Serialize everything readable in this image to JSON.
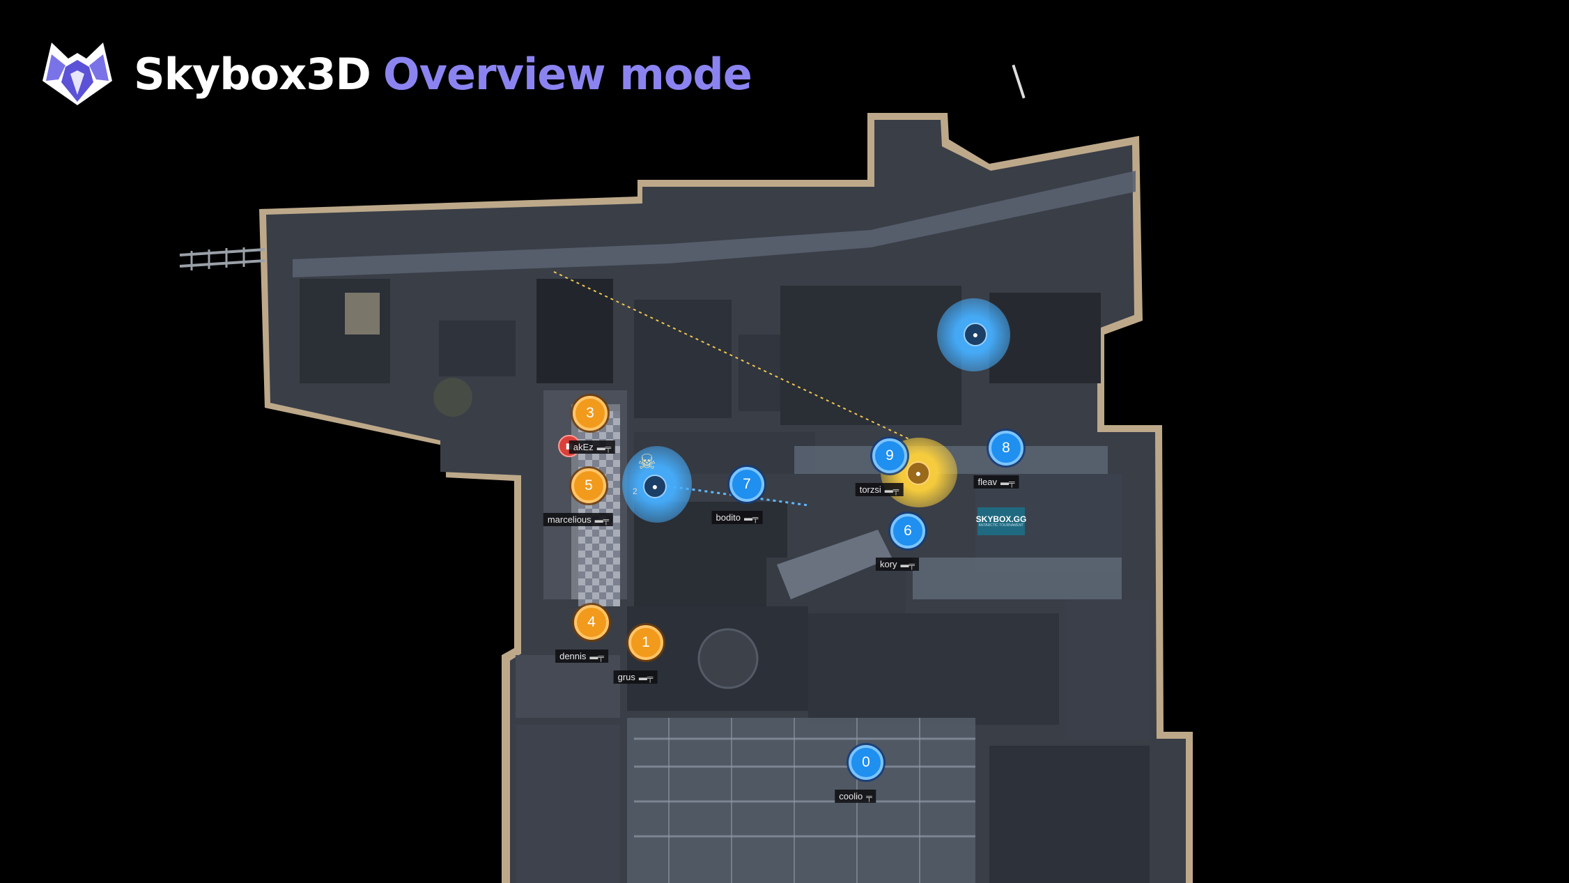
{
  "header": {
    "brand": "Skybox3D",
    "mode": "Overview mode"
  },
  "colors": {
    "brand_accent": "#8b84f0",
    "ct_team": "#1f8ff0",
    "t_team": "#f29a1c",
    "bomb": "#d9403a",
    "smoke_blue": "#46afff",
    "smoke_yellow": "#ffd23c"
  },
  "map": {
    "billboard": {
      "title": "SKYBOX.GG",
      "subtitle": "ANTARCTIC TOURNAMENT"
    }
  },
  "players": [
    {
      "id": "3",
      "team": "t",
      "name": "akEz",
      "weapon": "rifle-icon",
      "has_bomb": true
    },
    {
      "id": "5",
      "team": "t",
      "name": "marcelious",
      "weapon": "rifle-icon"
    },
    {
      "id": "4",
      "team": "t",
      "name": "dennis",
      "weapon": "rifle-icon"
    },
    {
      "id": "1",
      "team": "t",
      "name": "grus",
      "weapon": "rifle-icon"
    },
    {
      "id": "7",
      "team": "ct",
      "name": "bodito",
      "weapon": "rifle-icon"
    },
    {
      "id": "9",
      "team": "ct",
      "name": "torzsi",
      "weapon": "rifle-icon"
    },
    {
      "id": "8",
      "team": "ct",
      "name": "fleav",
      "weapon": "rifle-icon"
    },
    {
      "id": "6",
      "team": "ct",
      "name": "kory",
      "weapon": "rifle-icon"
    },
    {
      "id": "0",
      "team": "ct",
      "name": "coolio",
      "weapon": "pistol-icon"
    }
  ],
  "utility": [
    {
      "type": "smoke",
      "color": "blue",
      "icon": "smoke-grenade-icon"
    },
    {
      "type": "smoke",
      "color": "blue",
      "icon": "smoke-grenade-icon"
    },
    {
      "type": "molotov",
      "color": "yellow",
      "icon": "grenade-icon"
    }
  ],
  "kill_marker": {
    "icon": "skull-icon",
    "label": "2"
  }
}
